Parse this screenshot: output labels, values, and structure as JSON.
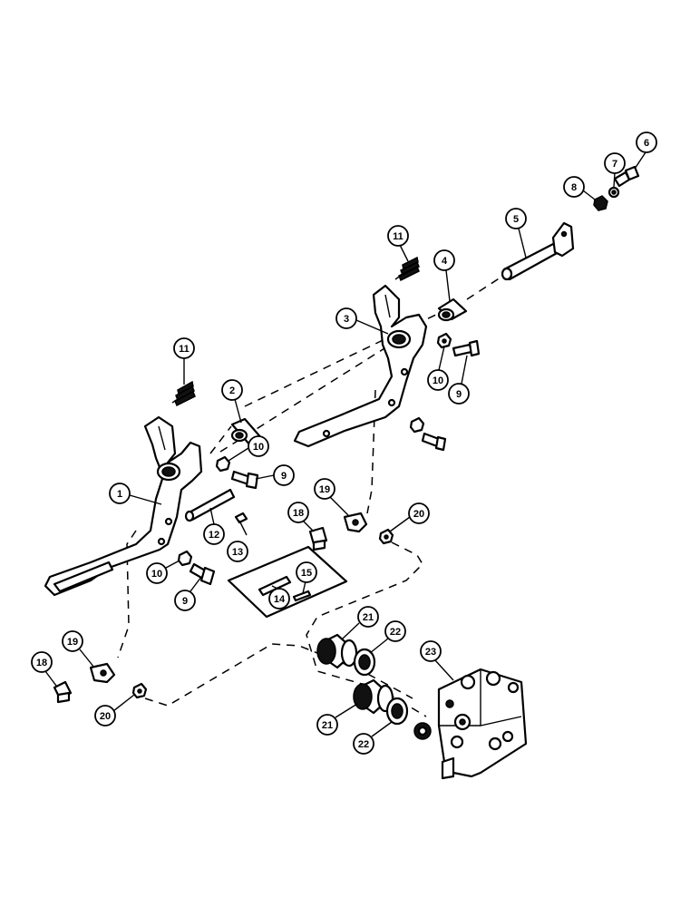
{
  "callouts": [
    {
      "id": "c1",
      "label": "1"
    },
    {
      "id": "c2",
      "label": "2"
    },
    {
      "id": "c3",
      "label": "3"
    },
    {
      "id": "c4",
      "label": "4"
    },
    {
      "id": "c5",
      "label": "5"
    },
    {
      "id": "c6",
      "label": "6"
    },
    {
      "id": "c7",
      "label": "7"
    },
    {
      "id": "c8",
      "label": "8"
    },
    {
      "id": "c9a",
      "label": "9"
    },
    {
      "id": "c9b",
      "label": "9"
    },
    {
      "id": "c9c",
      "label": "9"
    },
    {
      "id": "c10a",
      "label": "10"
    },
    {
      "id": "c10b",
      "label": "10"
    },
    {
      "id": "c10c",
      "label": "10"
    },
    {
      "id": "c11a",
      "label": "11"
    },
    {
      "id": "c11b",
      "label": "11"
    },
    {
      "id": "c12",
      "label": "12"
    },
    {
      "id": "c13",
      "label": "13"
    },
    {
      "id": "c14",
      "label": "14"
    },
    {
      "id": "c15",
      "label": "15"
    },
    {
      "id": "c18a",
      "label": "18"
    },
    {
      "id": "c18b",
      "label": "18"
    },
    {
      "id": "c19a",
      "label": "19"
    },
    {
      "id": "c19b",
      "label": "19"
    },
    {
      "id": "c20a",
      "label": "20"
    },
    {
      "id": "c20b",
      "label": "20"
    },
    {
      "id": "c21a",
      "label": "21"
    },
    {
      "id": "c21b",
      "label": "21"
    },
    {
      "id": "c22a",
      "label": "22"
    },
    {
      "id": "c22b",
      "label": "22"
    },
    {
      "id": "c23",
      "label": "23"
    }
  ]
}
